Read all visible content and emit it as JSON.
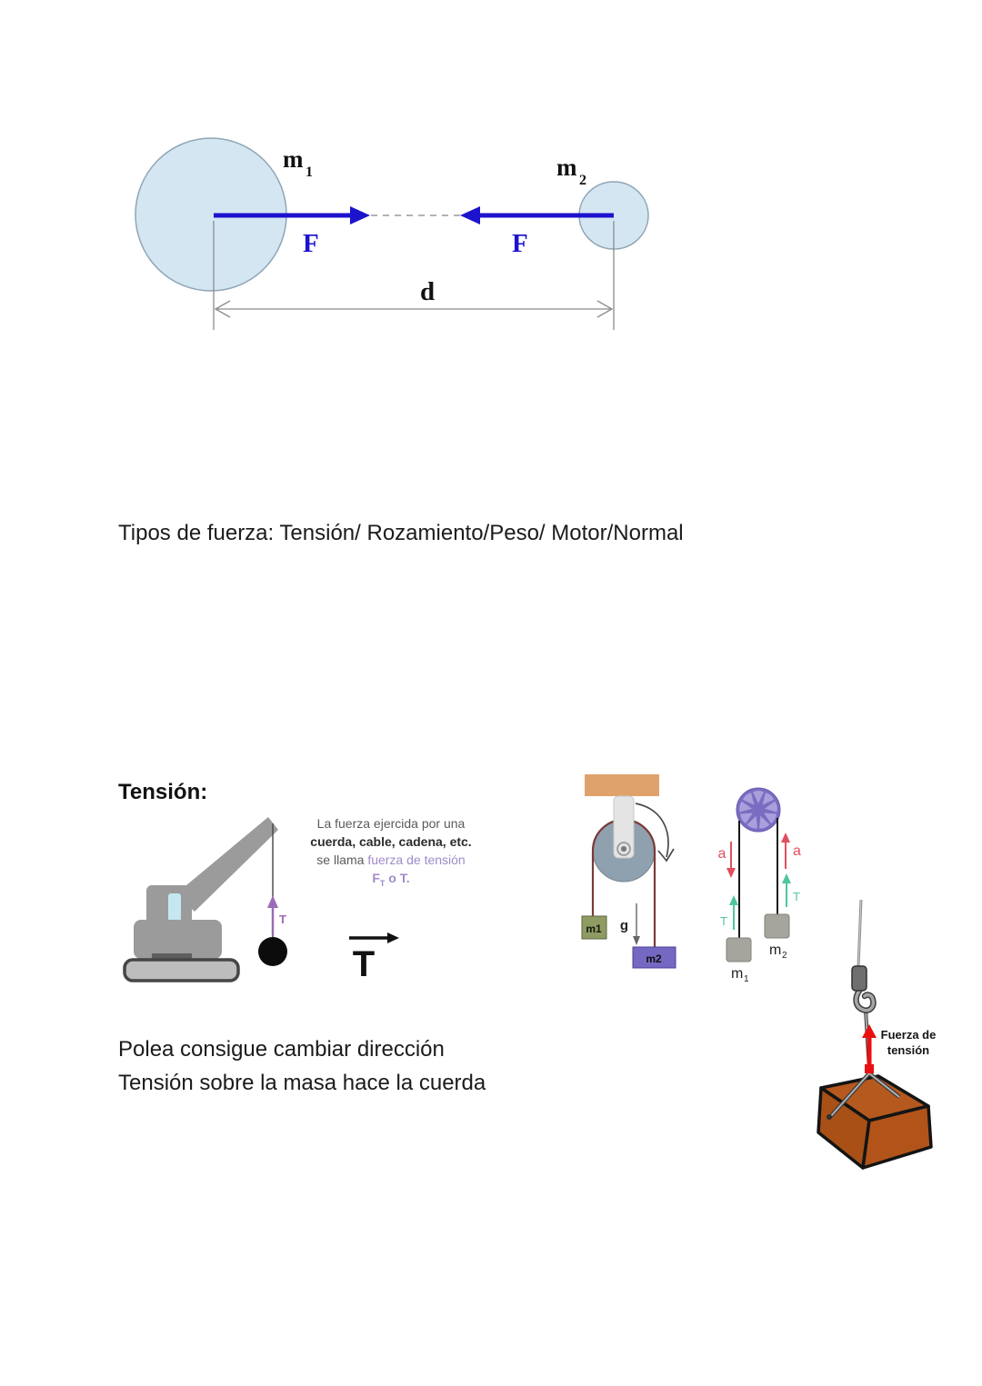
{
  "gravity_figure": {
    "m1": "m",
    "m1_sub": "1",
    "m2": "m",
    "m2_sub": "2",
    "f_left": "F",
    "f_right": "F",
    "d": "d"
  },
  "texts": {
    "tipos_line": "Tipos de fuerza: Tensión/ Rozamiento/Peso/ Motor/Normal",
    "tension_heading": "Tensión:",
    "polea_line1": "Polea consigue cambiar dirección",
    "polea_line2": "Tensión sobre la masa hace la cuerda"
  },
  "definition": {
    "line1": "La fuerza ejercida por una",
    "line2": "cuerda, cable, cadena, etc.",
    "line3_prefix": "se llama",
    "line3_highlight": "fuerza de tensión",
    "line4_sym": "F",
    "line4_sub": "T",
    "line4_tail": " o T."
  },
  "crane": {
    "t_label": "T"
  },
  "t_vector": {
    "t_label": "T"
  },
  "pulley_fixed": {
    "m1": "m1",
    "m2": "m2",
    "g": "g"
  },
  "pulley_system": {
    "a_left": "a",
    "a_right": "a",
    "t_left": "T",
    "t_right": "T",
    "m1": "m",
    "m1_sub": "1",
    "m2": "m",
    "m2_sub": "2"
  },
  "crate_figure": {
    "label_line1": "Fuerza de",
    "label_line2": "tensión"
  },
  "colors": {
    "mass_fill": "#d4e6f2",
    "mass_stroke": "#8fa6b6",
    "force_blue": "#1c13cd",
    "dim_gray": "#8c8c8c",
    "crane_gray": "#9b9b9b",
    "window_blue": "#c5e7f0",
    "tension_purple_arrow": "#9c6ab8",
    "def_purple": "#a08bc8",
    "beam_orange": "#dfa26b",
    "wheel_bluegray": "#8fa0ae",
    "rope_maroon": "#7a3b38",
    "m1_olive": "#8e9c63",
    "m2_purple": "#7468c3",
    "gear_purple": "#7a6cc0",
    "gear_spoke": "#a99fdd",
    "accel_red": "#e04f5e",
    "tension_green": "#4fc79c",
    "arrow_red": "#e81010",
    "crate_brown": "#b5591e"
  }
}
